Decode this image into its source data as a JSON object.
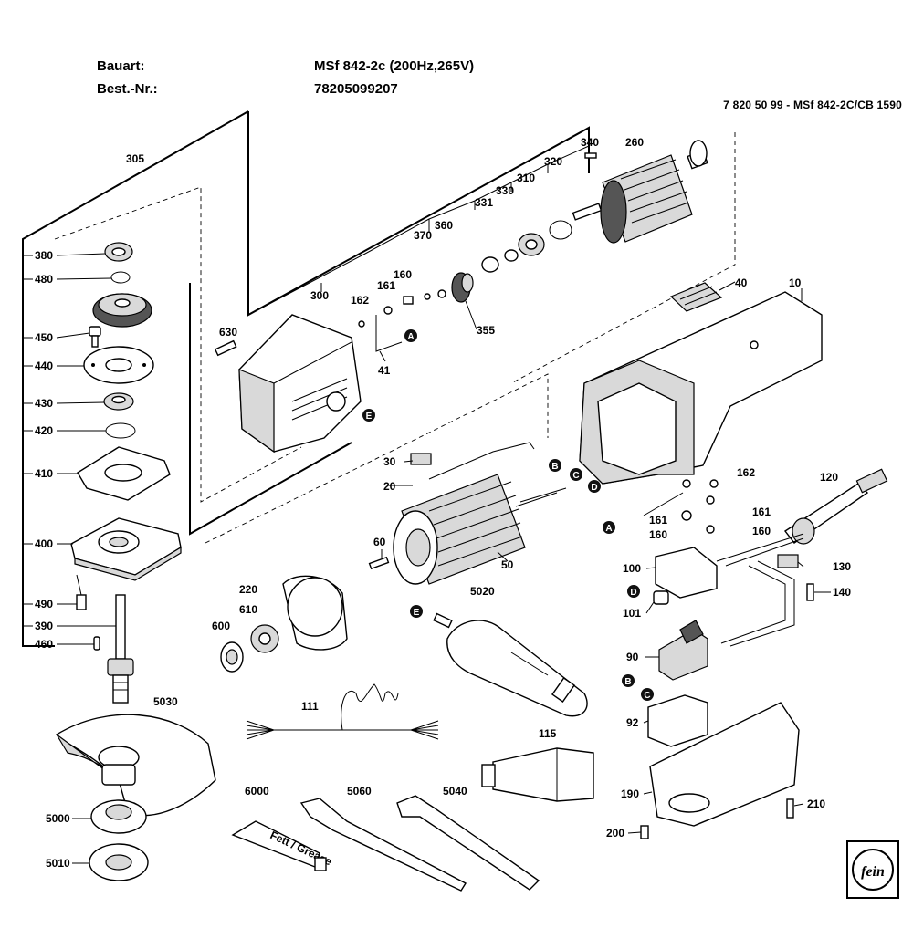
{
  "header": {
    "type_label": "Bauart:",
    "type_value": "MSf 842-2c (200Hz,265V)",
    "order_label": "Best.-Nr.:",
    "order_value": "78205099207"
  },
  "reference": "7 820 50 99 - MSf 842-2C/CB 1590",
  "part_labels": [
    "305",
    "380",
    "480",
    "450",
    "440",
    "430",
    "420",
    "410",
    "400",
    "490",
    "390",
    "460",
    "300",
    "630",
    "162",
    "161",
    "160",
    "370",
    "360",
    "331",
    "330",
    "310",
    "320",
    "340",
    "260",
    "355",
    "41",
    "40",
    "10",
    "30",
    "20",
    "50",
    "60",
    "220",
    "610",
    "600",
    "5020",
    "111",
    "115",
    "5030",
    "5000",
    "5010",
    "6000",
    "5060",
    "5040",
    "162",
    "161",
    "160",
    "161",
    "160",
    "120",
    "100",
    "130",
    "140",
    "101",
    "90",
    "92",
    "190",
    "210",
    "200"
  ],
  "markers": [
    "A",
    "B",
    "C",
    "D",
    "E"
  ],
  "grease_text": "Fett / Grease",
  "logo_text": "fein",
  "icons": {
    "logo": "fein-logo-icon"
  }
}
